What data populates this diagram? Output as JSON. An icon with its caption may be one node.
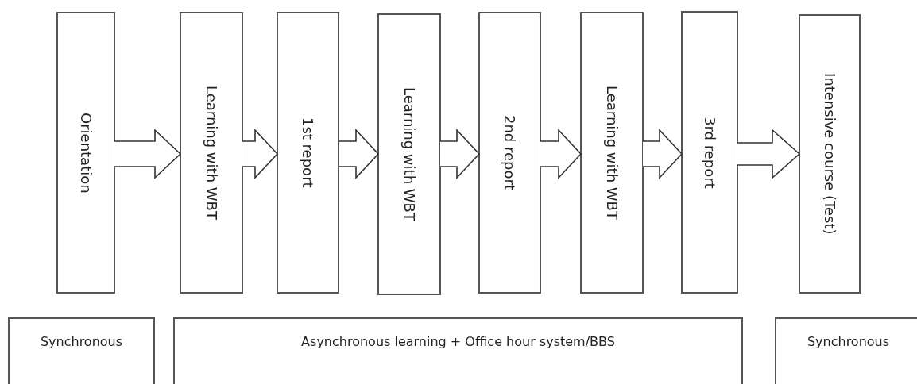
{
  "diagram": {
    "nodes": [
      {
        "text": [
          "Orientation"
        ]
      },
      {
        "text": [
          "Learning with WBT"
        ]
      },
      {
        "text": [
          "1st report"
        ]
      },
      {
        "text": [
          "Learning with WBT"
        ]
      },
      {
        "text": [
          "2nd report"
        ]
      },
      {
        "text": [
          "Learning with WBT"
        ]
      },
      {
        "text": [
          "3rd report"
        ]
      },
      {
        "text": [
          "Intensive course (Test)"
        ]
      },
      {
        "text": [
          "Synchronous"
        ]
      },
      {
        "text": [
          "Asynchronous learning + Office hour system/BBS"
        ]
      },
      {
        "text": [
          "Synchronous"
        ]
      }
    ],
    "edges": [
      {
        "from": 0,
        "to": 1,
        "arrow": "to"
      },
      {
        "from": 1,
        "to": 2,
        "arrow": "to"
      },
      {
        "from": 2,
        "to": 3,
        "arrow": "to"
      },
      {
        "from": 3,
        "to": 4,
        "arrow": "to"
      },
      {
        "from": 4,
        "to": 5,
        "arrow": "to"
      },
      {
        "from": 5,
        "to": 6,
        "arrow": "to"
      },
      {
        "from": 6,
        "to": 7,
        "arrow": "to"
      }
    ]
  }
}
